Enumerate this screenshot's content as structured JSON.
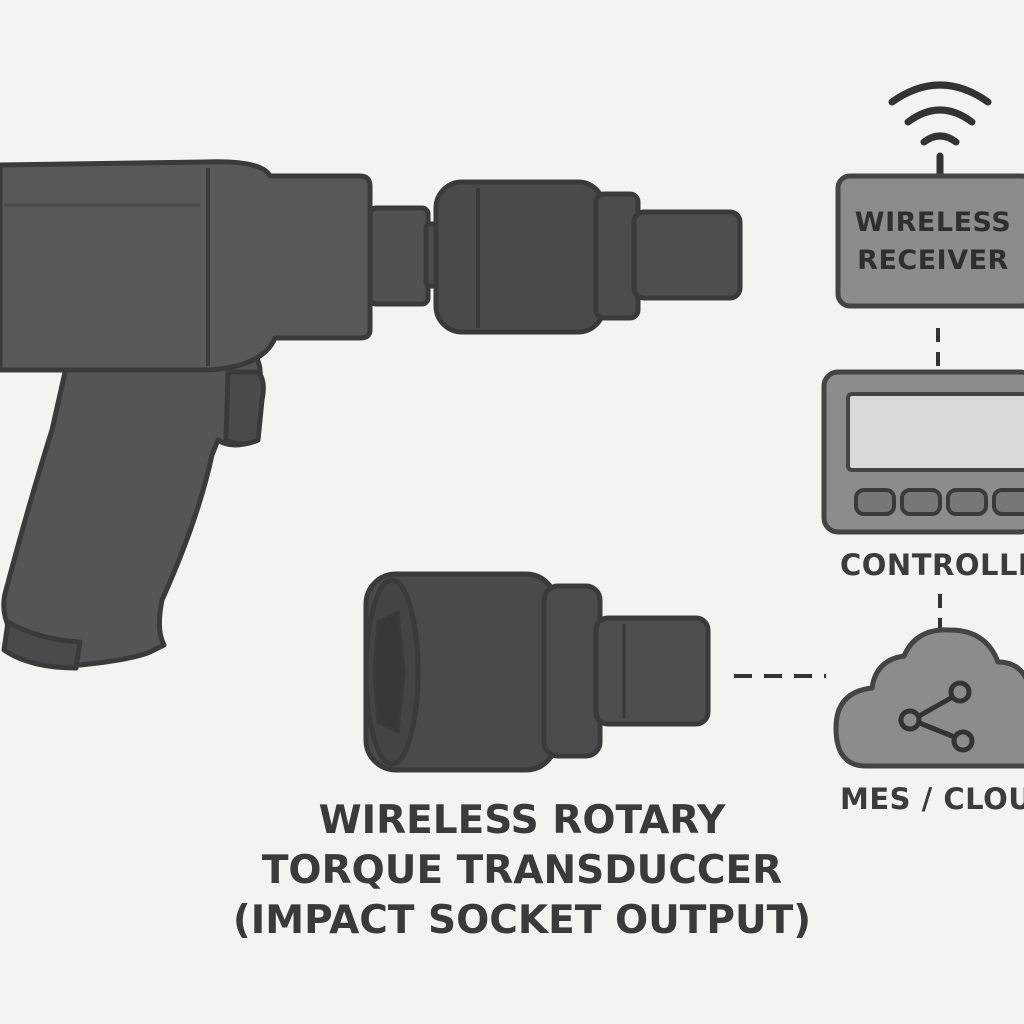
{
  "receiver": {
    "line1": "WIRELESS",
    "line2": "RECEIVER",
    "icon": "wifi-icon"
  },
  "controller": {
    "label": "CONTROLLE"
  },
  "cloud": {
    "label": "MES / CLOU",
    "icon": "share-icon"
  },
  "transducer": {
    "line1": "WIRELESS ROTARY",
    "line2": "TORQUE TRANSDUCCER",
    "line3": "(IMPACT SOCKET OUTPUT)"
  },
  "colors": {
    "background": "#f3f3f2",
    "tool_body": "#565656",
    "tool_dark": "#474747",
    "outline": "#3a3a3a",
    "device_fill": "#8a8a8a",
    "screen": "#d9d9d9",
    "text": "#3c3c3c"
  }
}
